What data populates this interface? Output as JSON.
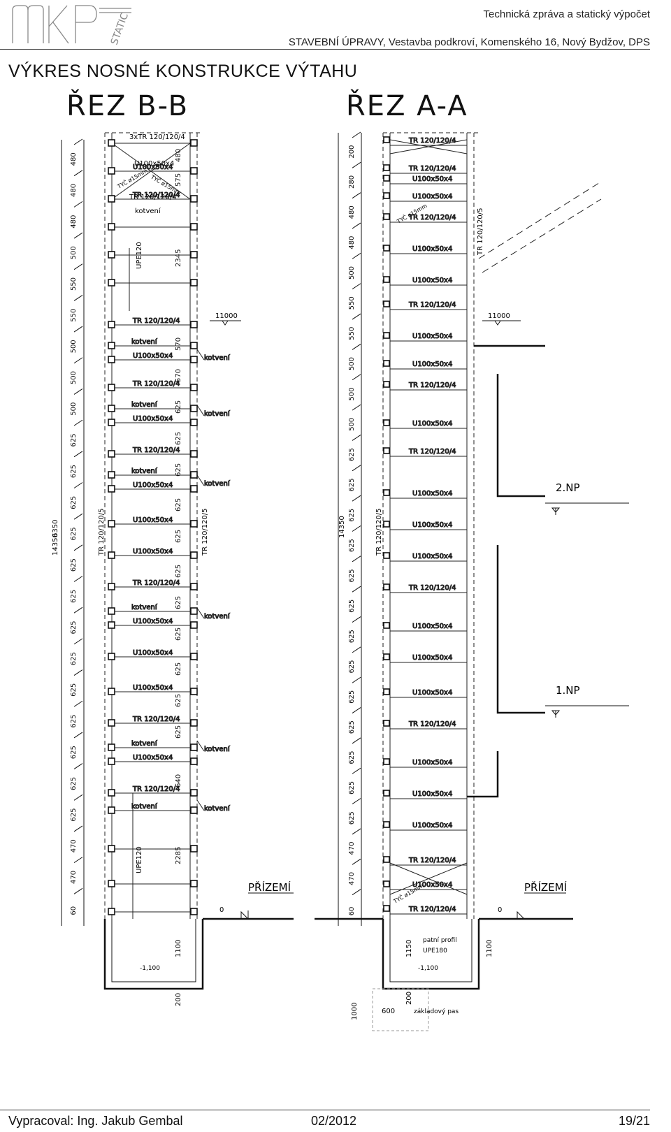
{
  "header": {
    "logo_text": "MKP STATIC",
    "report_title": "Technická zpráva a statický výpočet",
    "project": "STAVEBNÍ ÚPRAVY, Vestavba podkroví, Komenského 16, Nový Bydžov, DPS"
  },
  "document_title": "VÝKRES NOSNÉ KONSTRUKCE VÝTAHU",
  "section_bb": {
    "title": "ŘEZ B-B",
    "total_dim": "14350",
    "total_dim_overlap": "6350",
    "dims": [
      "480",
      "480",
      "480",
      "500",
      "550",
      "550",
      "500",
      "500",
      "500",
      "625",
      "625",
      "625",
      "625",
      "625",
      "625",
      "625",
      "625",
      "625",
      "625",
      "625",
      "625",
      "625",
      "470",
      "470",
      "60"
    ],
    "right_dims": [
      "480",
      "575",
      "2345",
      "570",
      "570",
      "625",
      "625",
      "625",
      "625",
      "625",
      "625",
      "625",
      "625",
      "625",
      "625",
      "625",
      "640",
      "2285",
      "1100",
      "200"
    ],
    "labels": {
      "top_beams": "3xTR 120/120/4",
      "u_profile": "U100x50x4",
      "rod": "TYČ ø15mm",
      "rod2": "TYČ ø15mm",
      "tube": "TR 120/120/4",
      "anchor": "kotvení",
      "upe_top": "UPE120",
      "upe_bottom": "UPE120",
      "column_left": "TR 120/120/5",
      "column_right": "TR 120/120/5",
      "level_11000": "11000",
      "level_0": "0",
      "pit_level": "-1,100",
      "ground_floor": "PŘÍZEMÍ"
    }
  },
  "section_aa": {
    "title": "ŘEZ A-A",
    "total_dim": "14350",
    "dims": [
      "200",
      "280",
      "480",
      "480",
      "500",
      "550",
      "550",
      "500",
      "500",
      "500",
      "625",
      "625",
      "625",
      "625",
      "625",
      "625",
      "625",
      "625",
      "625",
      "625",
      "625",
      "625",
      "625",
      "470",
      "470",
      "60"
    ],
    "labels": {
      "tube": "TR 120/120/4",
      "u_profile": "U100x50x4",
      "rod": "TYČ ø15mm",
      "column": "TR 120/120/5",
      "level_11000": "11000",
      "floor2": "2.NP",
      "floor1": "1.NP",
      "ground_floor": "PŘÍZEMÍ",
      "level_0": "0",
      "pit_level": "-1,100",
      "pit_profile": "patní profil",
      "pit_upe": "UPE180",
      "pit_dim": "1150",
      "pit_right_dim": "1100",
      "base_plate": "základový pas",
      "base_depth": "1000",
      "base_width": "600",
      "base_thk": "200"
    }
  },
  "footer": {
    "author": "Vypracoval: Ing. Jakub Gembal",
    "date": "02/2012",
    "page": "19/21"
  }
}
